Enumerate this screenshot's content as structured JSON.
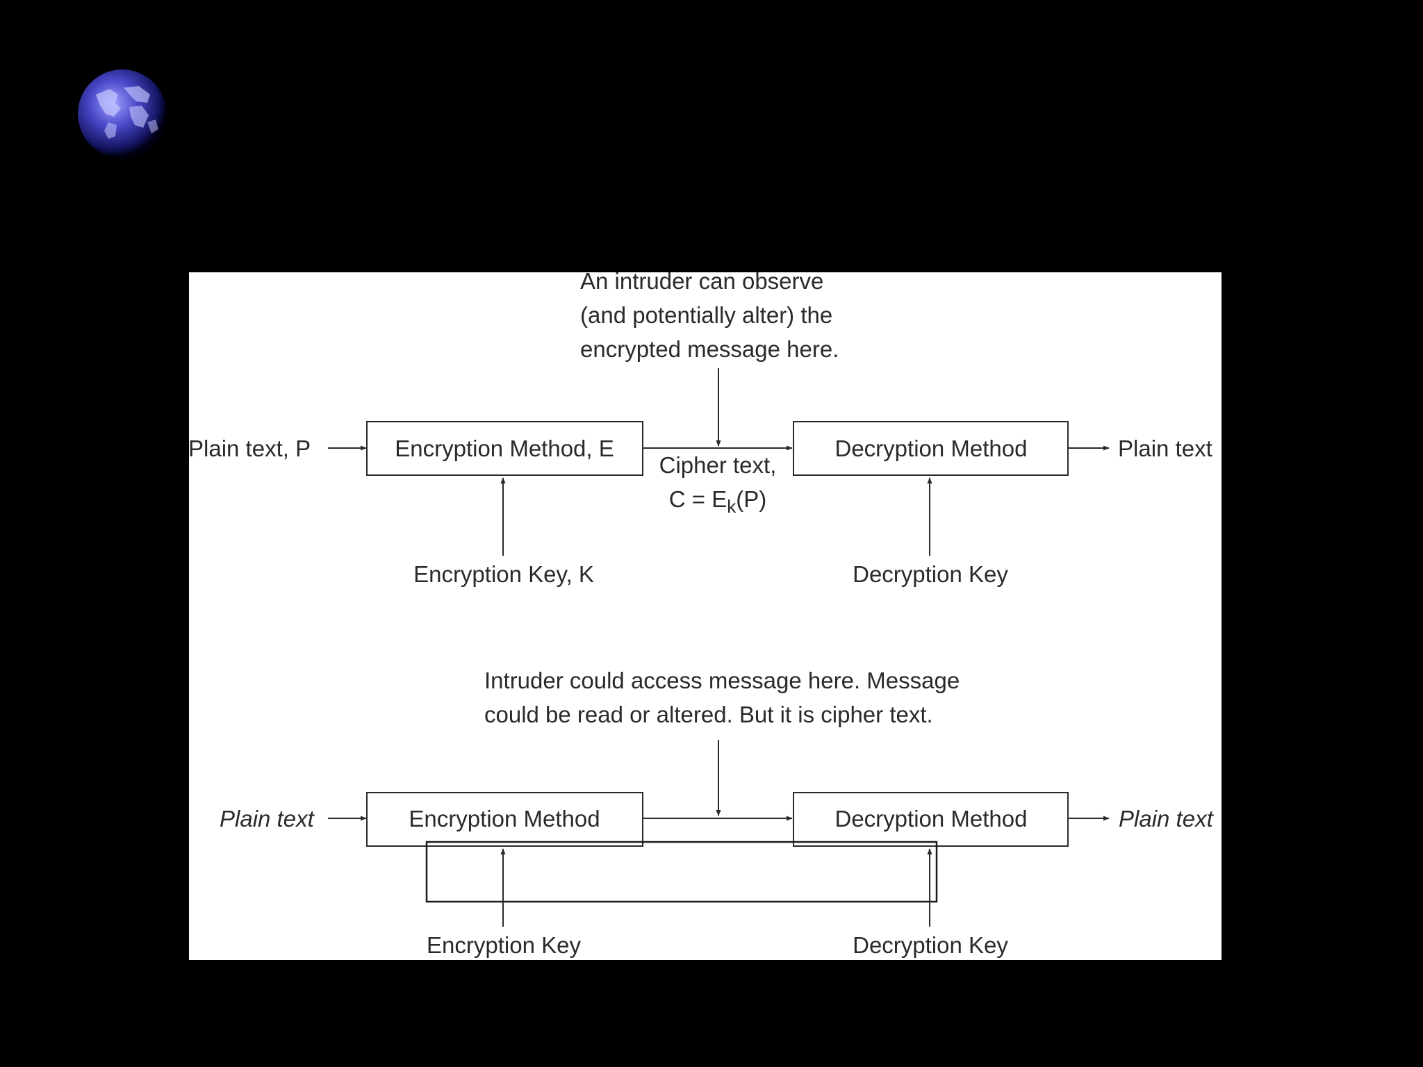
{
  "colors": {
    "background": "#000000",
    "panel": "#ffffff",
    "ink": "#2a2a2a",
    "globe": "#4848c8"
  },
  "globe_icon": "globe-icon",
  "top_diagram": {
    "intruder_note": [
      "An intruder can observe",
      "(and potentially alter) the",
      "encrypted message here."
    ],
    "input_label": "Plain text, P",
    "encryption_box": "Encryption Method, E",
    "decryption_box": "Decryption Method",
    "output_label": "Plain text",
    "cipher_line1": "Cipher text,",
    "cipher_line2_prefix": "C = E",
    "cipher_line2_sub": "k",
    "cipher_line2_suffix": "(P)",
    "encryption_key": "Encryption Key, K",
    "decryption_key": "Decryption Key"
  },
  "bottom_diagram": {
    "intruder_note": [
      "Intruder could access message here. Message",
      "could be read or altered. But it is cipher text."
    ],
    "input_label": "Plain text",
    "encryption_box": "Encryption Method",
    "decryption_box": "Decryption Method",
    "output_label": "Plain text",
    "encryption_key": "Encryption Key",
    "decryption_key": "Decryption Key"
  }
}
